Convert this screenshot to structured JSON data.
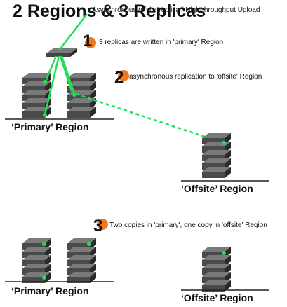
{
  "title": "2 Regions & 3 Replicas",
  "top_note": "Asynchronous offsite replica / High-throughput Upload",
  "steps": [
    {
      "number": "1",
      "text": "3 replicas are written in 'primary' Region"
    },
    {
      "number": "2",
      "text": "asynchronous replication to 'offsite' Region"
    },
    {
      "number": "3",
      "text": "Two copies in 'primary', one copy in 'offsite' Region"
    }
  ],
  "regions": {
    "primary": "‘Primary’ Region",
    "offsite": "‘Offsite’ Region"
  },
  "colors": {
    "accent_green": "#22dd55",
    "step_badge_orange": "#f07820",
    "server_dark": "#3a3a3a",
    "server_light": "#6a6a6a"
  },
  "icons": [
    "server-rack-icon",
    "load-balancer-icon",
    "status-led-icon"
  ]
}
